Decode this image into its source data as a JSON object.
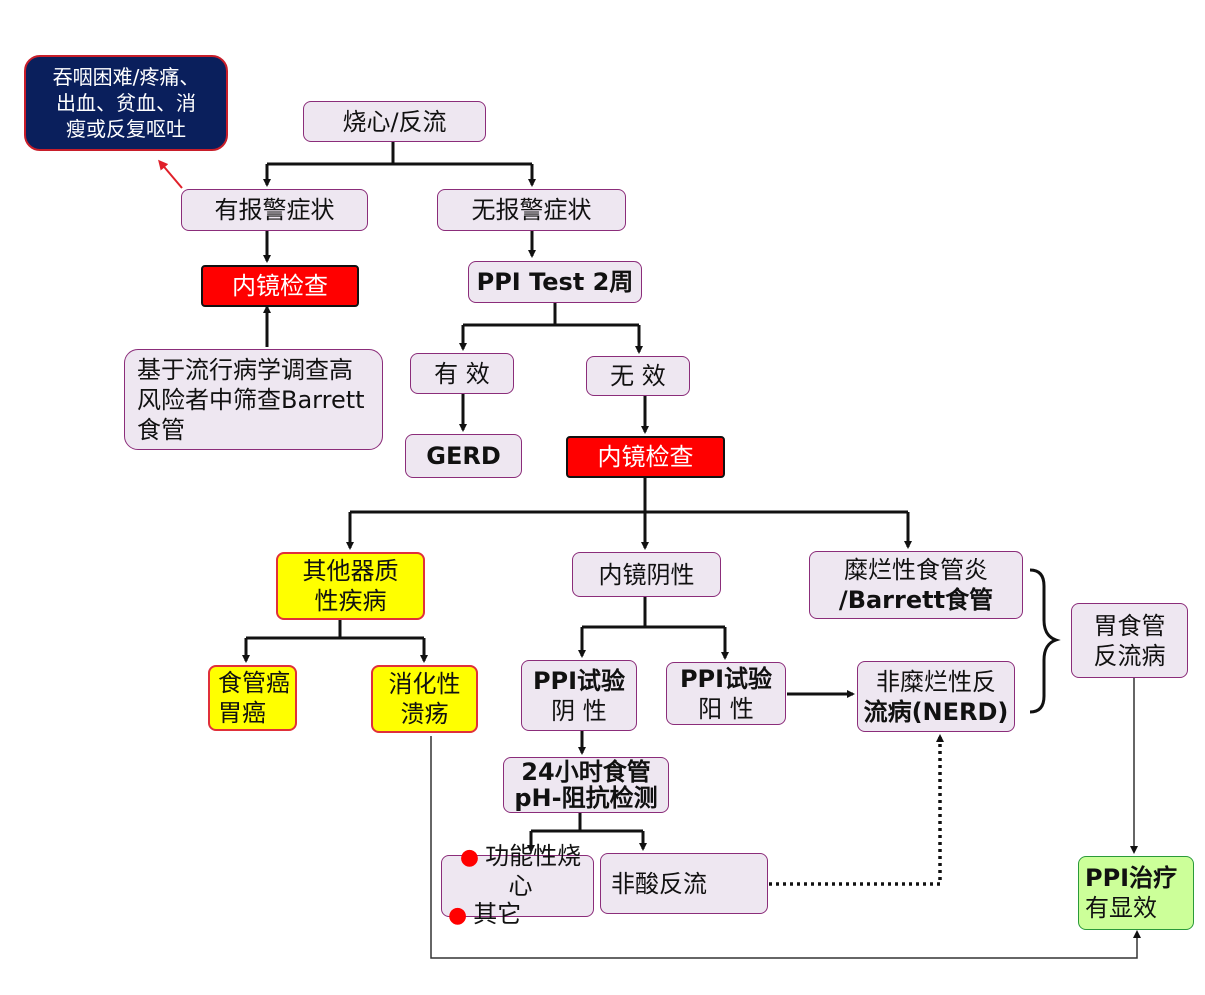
{
  "warning_note": [
    "吞咽困难/疼痛、",
    "出血、贫血、消",
    "瘦或反复呕吐"
  ],
  "root": "烧心/反流",
  "alarm_yes": "有报警症状",
  "alarm_no": "无报警症状",
  "endoscopy_1": "内镜检查",
  "screening": [
    "基于流行病学调查高",
    "风险者中筛查Barrett",
    "食管"
  ],
  "ppi_test": "PPI Test 2周",
  "effective": "有 效",
  "ineffective": "无 效",
  "gerd": "GERD",
  "endoscopy_2": "内镜检查",
  "other_organic": [
    "其他器质",
    "性疾病"
  ],
  "endo_negative": "内镜阴性",
  "erosive": [
    "糜烂性食管炎",
    "/Barrett食管"
  ],
  "gerd_group": [
    "胃食管",
    "反流病"
  ],
  "cancer": [
    "食管癌",
    "胃癌"
  ],
  "ulcer": [
    "消化性",
    "溃疡"
  ],
  "ppi_neg": [
    "PPI试验",
    "阴 性"
  ],
  "ppi_pos": [
    "PPI试验",
    "阳 性"
  ],
  "nerd": [
    "非糜烂性反",
    "流病(NERD)"
  ],
  "ph_test": [
    "24小时食管",
    "pH-阻抗检测"
  ],
  "functional": [
    "功能性烧心",
    "其它"
  ],
  "non_acid": "非酸反流",
  "ppi_effective": [
    "PPI治疗",
    "有显效"
  ]
}
